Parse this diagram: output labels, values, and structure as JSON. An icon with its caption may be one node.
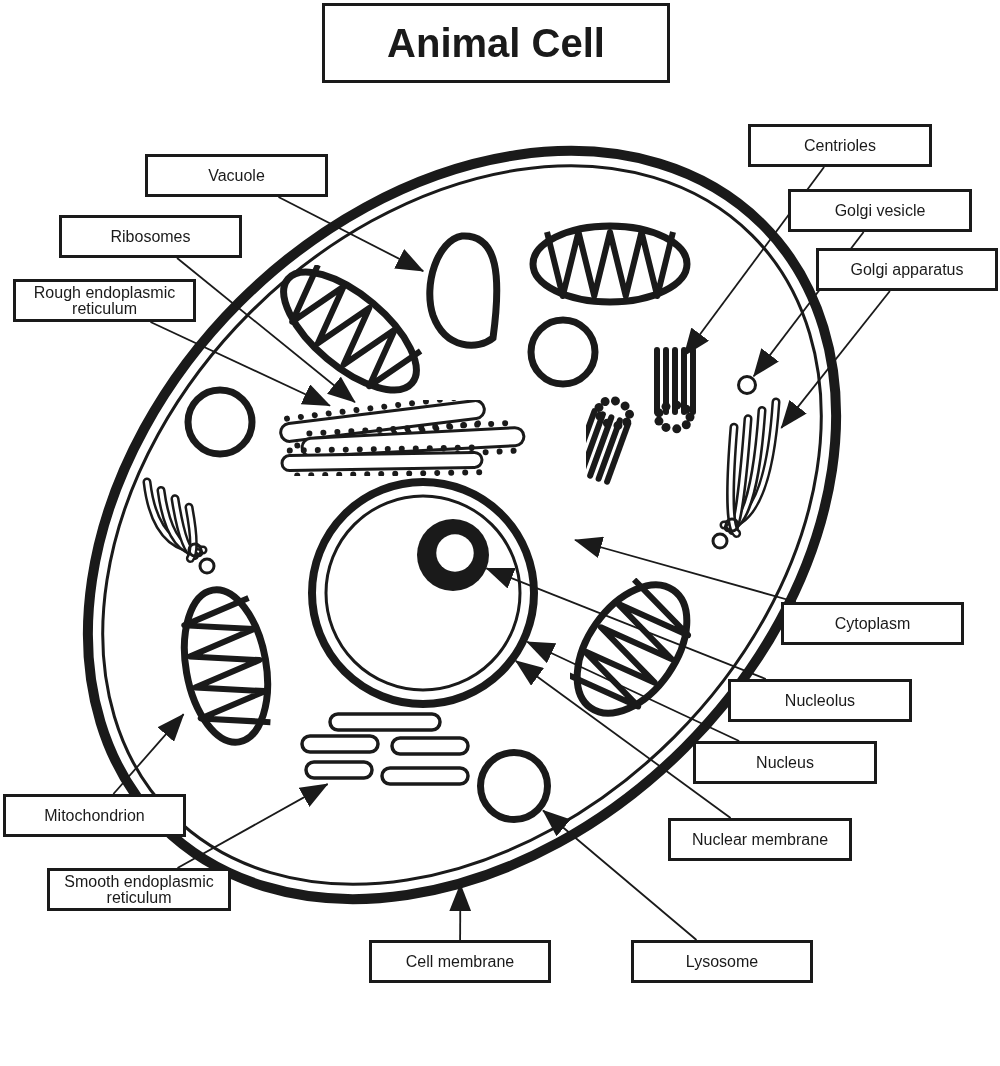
{
  "diagram": {
    "title": "Animal Cell",
    "nodes": [
      {
        "text": [
          "Centrioles"
        ]
      },
      {
        "text": [
          "Vacuole"
        ]
      },
      {
        "text": [
          "Golgi vesicle"
        ]
      },
      {
        "text": [
          "Ribosomes"
        ]
      },
      {
        "text": [
          "Golgi apparatus"
        ]
      },
      {
        "text": [
          "Rough endoplasmic reticulum"
        ]
      },
      {
        "text": [
          "Cytoplasm"
        ]
      },
      {
        "text": [
          "Nucleolus"
        ]
      },
      {
        "text": [
          "Nucleus"
        ]
      },
      {
        "text": [
          "Mitochondrion"
        ]
      },
      {
        "text": [
          "Nuclear membrane"
        ]
      },
      {
        "text": [
          "Smooth endoplasmic reticulum"
        ]
      },
      {
        "text": [
          "Cell membrane"
        ]
      },
      {
        "text": [
          "Lysosome"
        ]
      },
      {
        "text": [],
        "shape": "picture"
      },
      {
        "text": [],
        "shape": "circle",
        "in": 14
      },
      {
        "text": [],
        "shape": "picture",
        "in": 14
      },
      {
        "text": [],
        "shape": "picture",
        "in": 14
      },
      {
        "text": [],
        "shape": "circle",
        "in": 14
      },
      {
        "text": [],
        "shape": "picture",
        "in": 14
      },
      {
        "text": [],
        "shape": "circle",
        "in": 14
      },
      {
        "text": [],
        "shape": "circle",
        "in": 20
      },
      {
        "text": [],
        "shape": "picture",
        "in": 14
      },
      {
        "text": [],
        "shape": "picture",
        "in": 14
      },
      {
        "text": [],
        "shape": "circle",
        "in": 14
      }
    ],
    "edges": [
      {
        "from": 0,
        "to": 17,
        "arrow": "to"
      },
      {
        "from": 1,
        "to": 15,
        "arrow": "to"
      },
      {
        "from": 2,
        "to": 18,
        "arrow": "to"
      },
      {
        "from": 3,
        "to": 16,
        "arrow": "to"
      },
      {
        "from": 4,
        "to": 19,
        "arrow": "to"
      },
      {
        "from": 5,
        "to": 16,
        "arrow": "to"
      },
      {
        "from": 6,
        "to": null,
        "arrow": "to"
      },
      {
        "from": 7,
        "to": 21,
        "arrow": "to"
      },
      {
        "from": 8,
        "to": 20,
        "arrow": "to"
      },
      {
        "from": 9,
        "to": 22,
        "arrow": "to"
      },
      {
        "from": 10,
        "to": 20,
        "arrow": "to"
      },
      {
        "from": 11,
        "to": 23,
        "arrow": "to"
      },
      {
        "from": 12,
        "to": 14,
        "arrow": "to"
      },
      {
        "from": 13,
        "to": 24,
        "arrow": "to"
      }
    ]
  }
}
